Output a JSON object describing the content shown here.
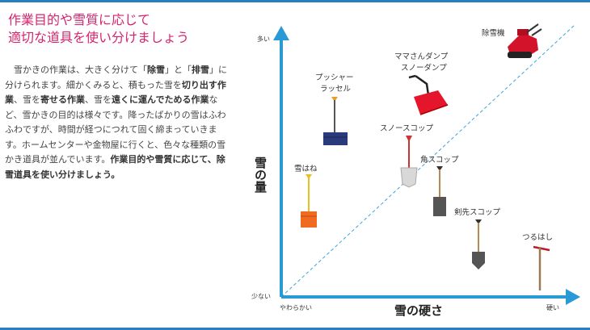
{
  "heading": {
    "line1": "作業目的や雪質に応じて",
    "line2": "適切な道具を使い分けましょう"
  },
  "paragraph": {
    "t1": "雪かきの作業は、大きく分けて「",
    "b1": "除雪",
    "t2": "」と「",
    "b2": "排雪",
    "t3": "」に分けられます。細かくみると、積もった雪を",
    "b3": "切り出す作業",
    "t4": "、雪を",
    "b4": "寄せる作業",
    "t5": "、雪を",
    "b5": "遠くに運んでためる作業",
    "t6": "など、雪かきの目的は様々です。降ったばかりの雪はふわふわですが、時間が経つにつれて固く締まっていきます。ホームセンターや金物屋に行くと、色々な種類の雪かき道具が並んでいます。",
    "b6": "作業目的や雪質に応じて、除雪道具を使い分けましょう。"
  },
  "diagram": {
    "y_axis_title": "雪の量",
    "x_axis_title": "雪の硬さ",
    "y_max_label": "多い",
    "y_min_label": "少ない",
    "x_min_label": "やわらかい",
    "x_max_label": "硬い",
    "tools": {
      "snowblower": "除雪機",
      "mama_dump_1": "ママさんダンプ",
      "mama_dump_2": "スノーダンプ",
      "pusher_1": "プッシャー",
      "pusher_2": "ラッセル",
      "snow_scoop": "スノースコップ",
      "yukihane": "雪はね",
      "kaku_scoop": "角スコップ",
      "kensaki_scoop": "剣先スコップ",
      "tsuruhashi": "つるはし"
    }
  },
  "colors": {
    "accent_title": "#d6246e",
    "axis_blue": "#2a9ad6",
    "border_blue": "#2a7fc0"
  }
}
